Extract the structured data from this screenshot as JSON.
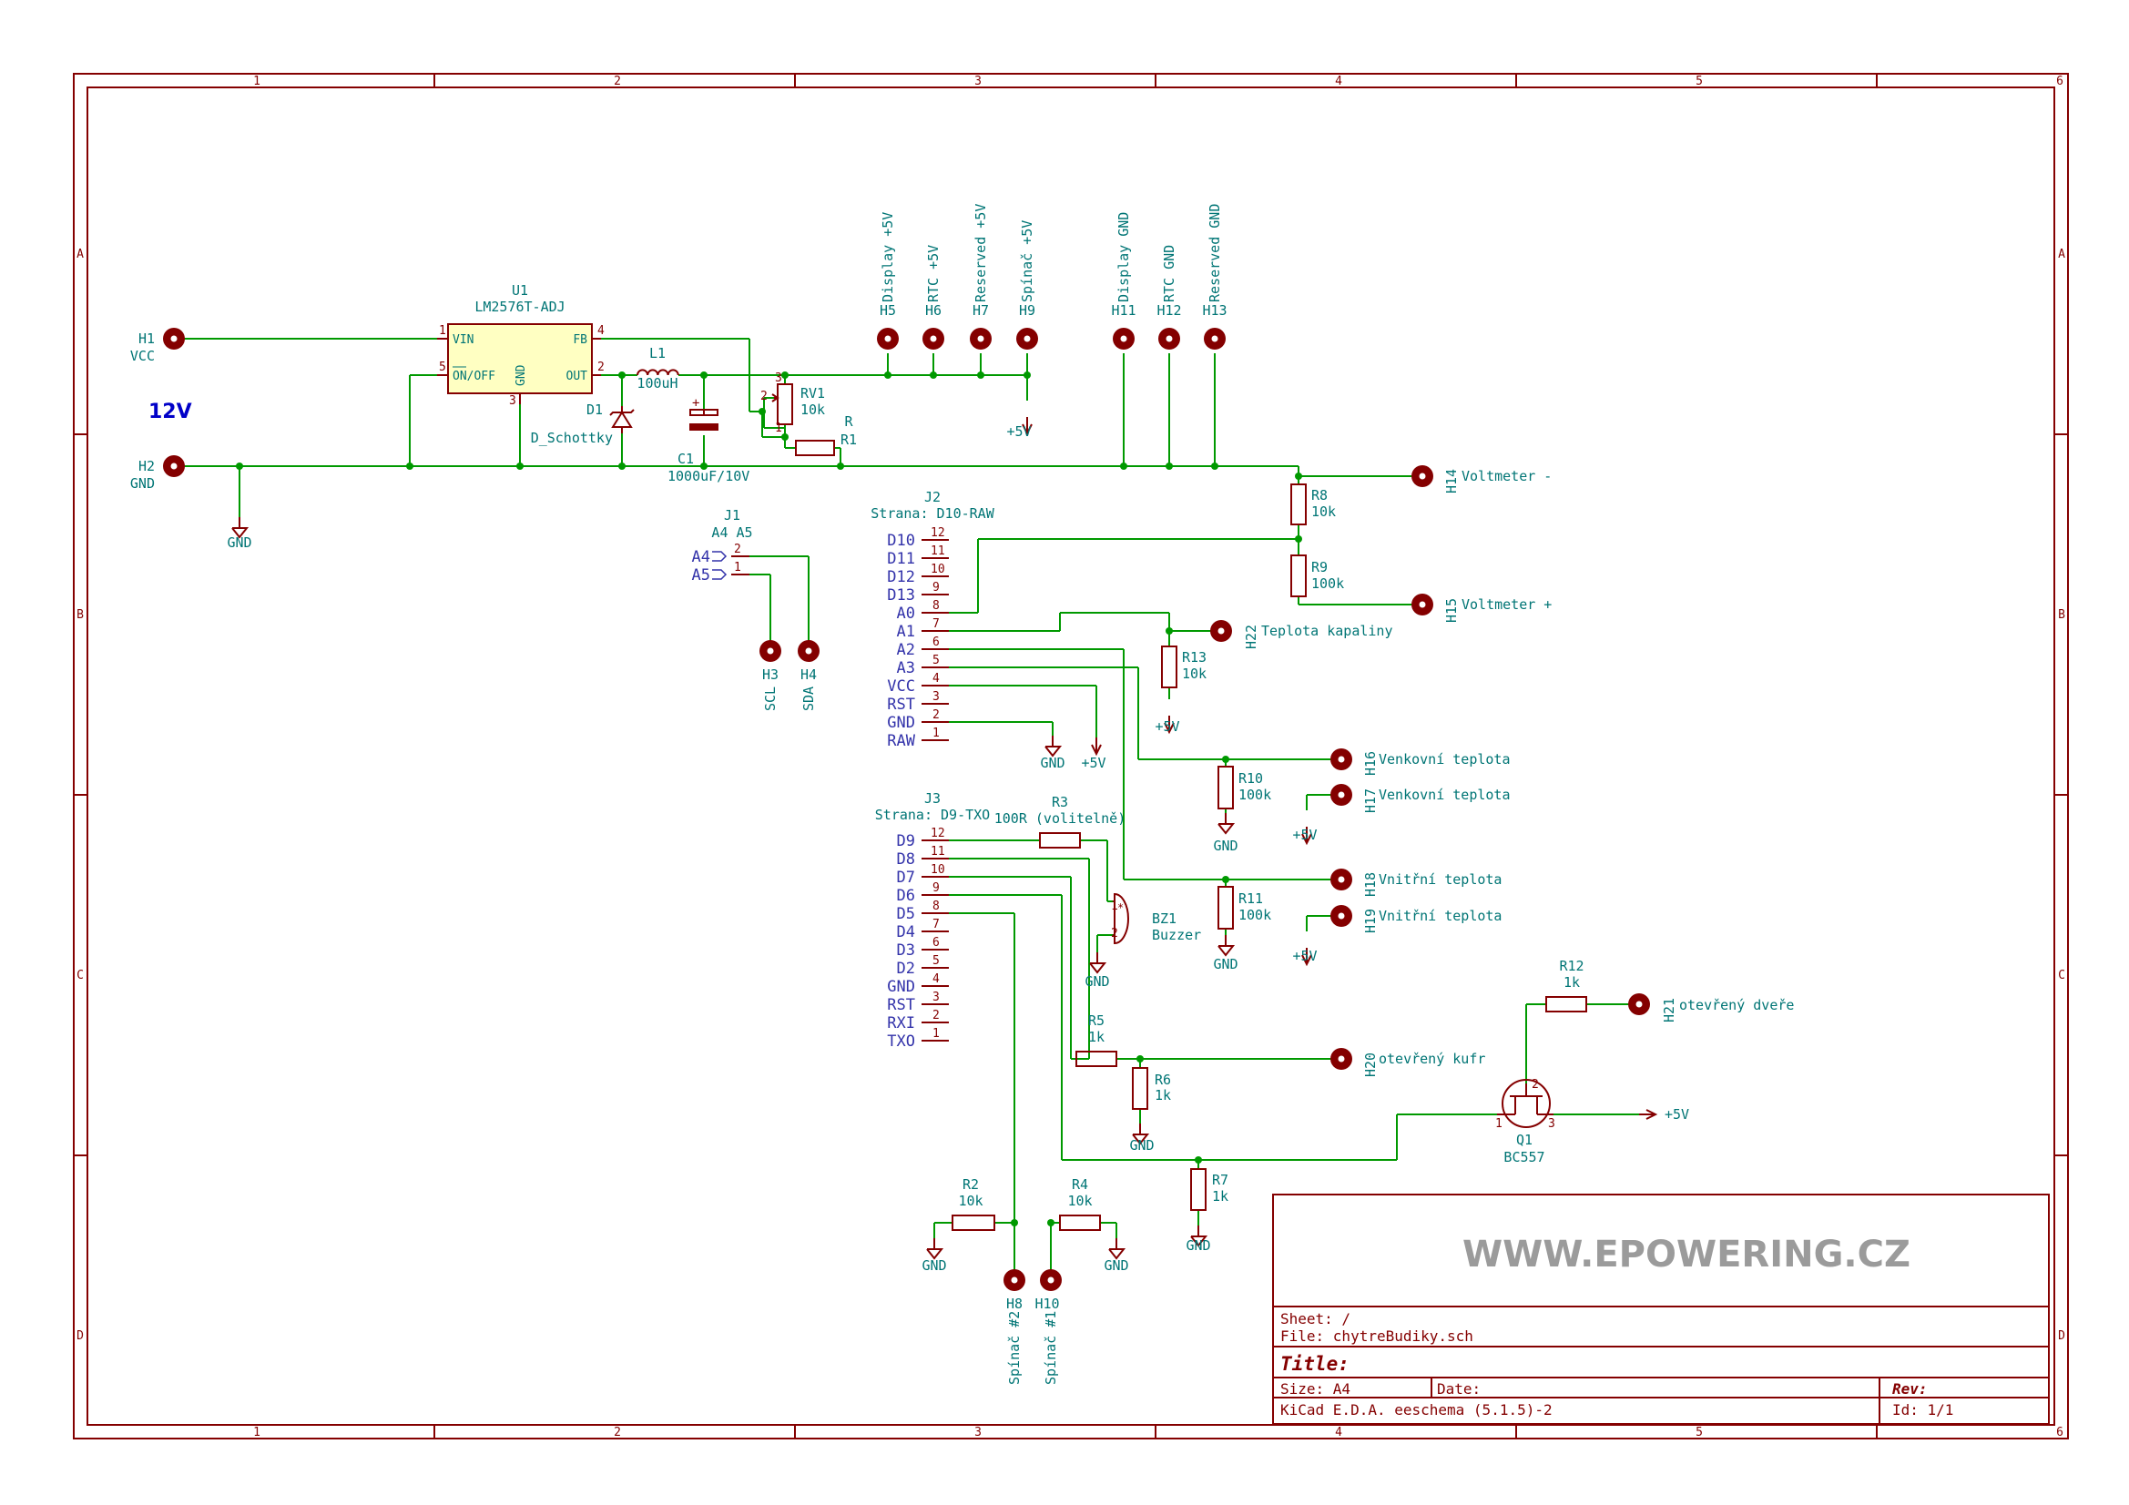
{
  "frame": {
    "cols": [
      "1",
      "2",
      "3",
      "4",
      "5",
      "6"
    ],
    "rows": [
      "A",
      "B",
      "C",
      "D"
    ]
  },
  "colors": {
    "border": "#840000",
    "wire": "#009900",
    "part": "#840000",
    "text": "#007575",
    "label": "#3333aa",
    "power": "#840000"
  },
  "power_label": "12V",
  "regulator": {
    "ref": "U1",
    "value": "LM2576T-ADJ",
    "pins": {
      "vin": "VIN",
      "fb": "FB",
      "onoff": "ON/OFF",
      "out": "OUT",
      "gnd": "GND"
    },
    "pin_numbers": [
      "1",
      "4",
      "5",
      "2",
      "3"
    ]
  },
  "components": {
    "l1": {
      "ref": "L1",
      "value": "100uH"
    },
    "d1": {
      "ref": "D1",
      "value": "D_Schottky"
    },
    "c1": {
      "ref": "C1",
      "value": "1000uF/10V"
    },
    "rv1": {
      "ref": "RV1",
      "value": "10k"
    },
    "r1": {
      "ref": "R1",
      "value": "R"
    },
    "r8": {
      "ref": "R8",
      "value": "10k"
    },
    "r9": {
      "ref": "R9",
      "value": "100k"
    },
    "r13": {
      "ref": "R13",
      "value": "10k"
    },
    "r10": {
      "ref": "R10",
      "value": "100k"
    },
    "r11": {
      "ref": "R11",
      "value": "100k"
    },
    "r3": {
      "ref": "R3",
      "value": "100R (volitelně)"
    },
    "bz1": {
      "ref": "BZ1",
      "value": "Buzzer"
    },
    "r5": {
      "ref": "R5",
      "value": "1k"
    },
    "r6": {
      "ref": "R6",
      "value": "1k"
    },
    "r7": {
      "ref": "R7",
      "value": "1k"
    },
    "r2": {
      "ref": "R2",
      "value": "10k"
    },
    "r4": {
      "ref": "R4",
      "value": "10k"
    },
    "r12": {
      "ref": "R12",
      "value": "1k"
    },
    "q1": {
      "ref": "Q1",
      "value": "BC557"
    }
  },
  "holes": {
    "h1": {
      "ref": "H1",
      "name": "VCC"
    },
    "h2": {
      "ref": "H2",
      "name": "GND"
    },
    "h3": {
      "ref": "H3",
      "name": "SCL"
    },
    "h4": {
      "ref": "H4",
      "name": "SDA"
    },
    "h5": {
      "ref": "H5",
      "name": "Display +5V"
    },
    "h6": {
      "ref": "H6",
      "name": "RTC +5V"
    },
    "h7": {
      "ref": "H7",
      "name": "Reserved +5V"
    },
    "h9": {
      "ref": "H9",
      "name": "Spínač +5V"
    },
    "h11": {
      "ref": "H11",
      "name": "Display GND"
    },
    "h12": {
      "ref": "H12",
      "name": "RTC GND"
    },
    "h13": {
      "ref": "H13",
      "name": "Reserved GND"
    },
    "h14": {
      "ref": "H14",
      "name": "Voltmeter -"
    },
    "h15": {
      "ref": "H15",
      "name": "Voltmeter +"
    },
    "h22": {
      "ref": "H22",
      "name": "Teplota kapaliny"
    },
    "h16": {
      "ref": "H16",
      "name": "Venkovní teplota"
    },
    "h17": {
      "ref": "H17",
      "name": "Venkovní teplota"
    },
    "h18": {
      "ref": "H18",
      "name": "Vnitřní teplota"
    },
    "h19": {
      "ref": "H19",
      "name": "Vnitřní teplota"
    },
    "h20": {
      "ref": "H20",
      "name": "otevřený kufr"
    },
    "h21": {
      "ref": "H21",
      "name": "otevřený dveře"
    },
    "h8": {
      "ref": "H8",
      "name": "Spínač #2"
    },
    "h10": {
      "ref": "H10",
      "name": "Spínač #1"
    }
  },
  "power_symbols": {
    "gnd": "GND",
    "plus5": "+5V"
  },
  "j1": {
    "ref": "J1",
    "value": "A4  A5",
    "labels": [
      "A4",
      "A5"
    ],
    "pins": [
      "2",
      "1"
    ]
  },
  "j2": {
    "ref": "J2",
    "value": "Strana: D10-RAW",
    "labels": [
      "D10",
      "D11",
      "D12",
      "D13",
      "A0",
      "A1",
      "A2",
      "A3",
      "VCC",
      "RST",
      "GND",
      "RAW"
    ],
    "pins": [
      "12",
      "11",
      "10",
      "9",
      "8",
      "7",
      "6",
      "5",
      "4",
      "3",
      "2",
      "1"
    ]
  },
  "j3": {
    "ref": "J3",
    "value": "Strana: D9-TXO",
    "labels": [
      "D9",
      "D8",
      "D7",
      "D6",
      "D5",
      "D4",
      "D3",
      "D2",
      "GND",
      "RST",
      "RXI",
      "TXO"
    ],
    "pins": [
      "12",
      "11",
      "10",
      "9",
      "8",
      "7",
      "6",
      "5",
      "4",
      "3",
      "2",
      "1"
    ]
  },
  "title_block": {
    "logo": "WWW.EPOWERING.CZ",
    "sheet": "Sheet: /",
    "file": "File: chytreBudiky.sch",
    "title": "Title:",
    "size": "Size: A4",
    "date": "Date:",
    "rev": "Rev:",
    "tool": "KiCad E.D.A.  eeschema (5.1.5)-2",
    "id": "Id: 1/1"
  }
}
